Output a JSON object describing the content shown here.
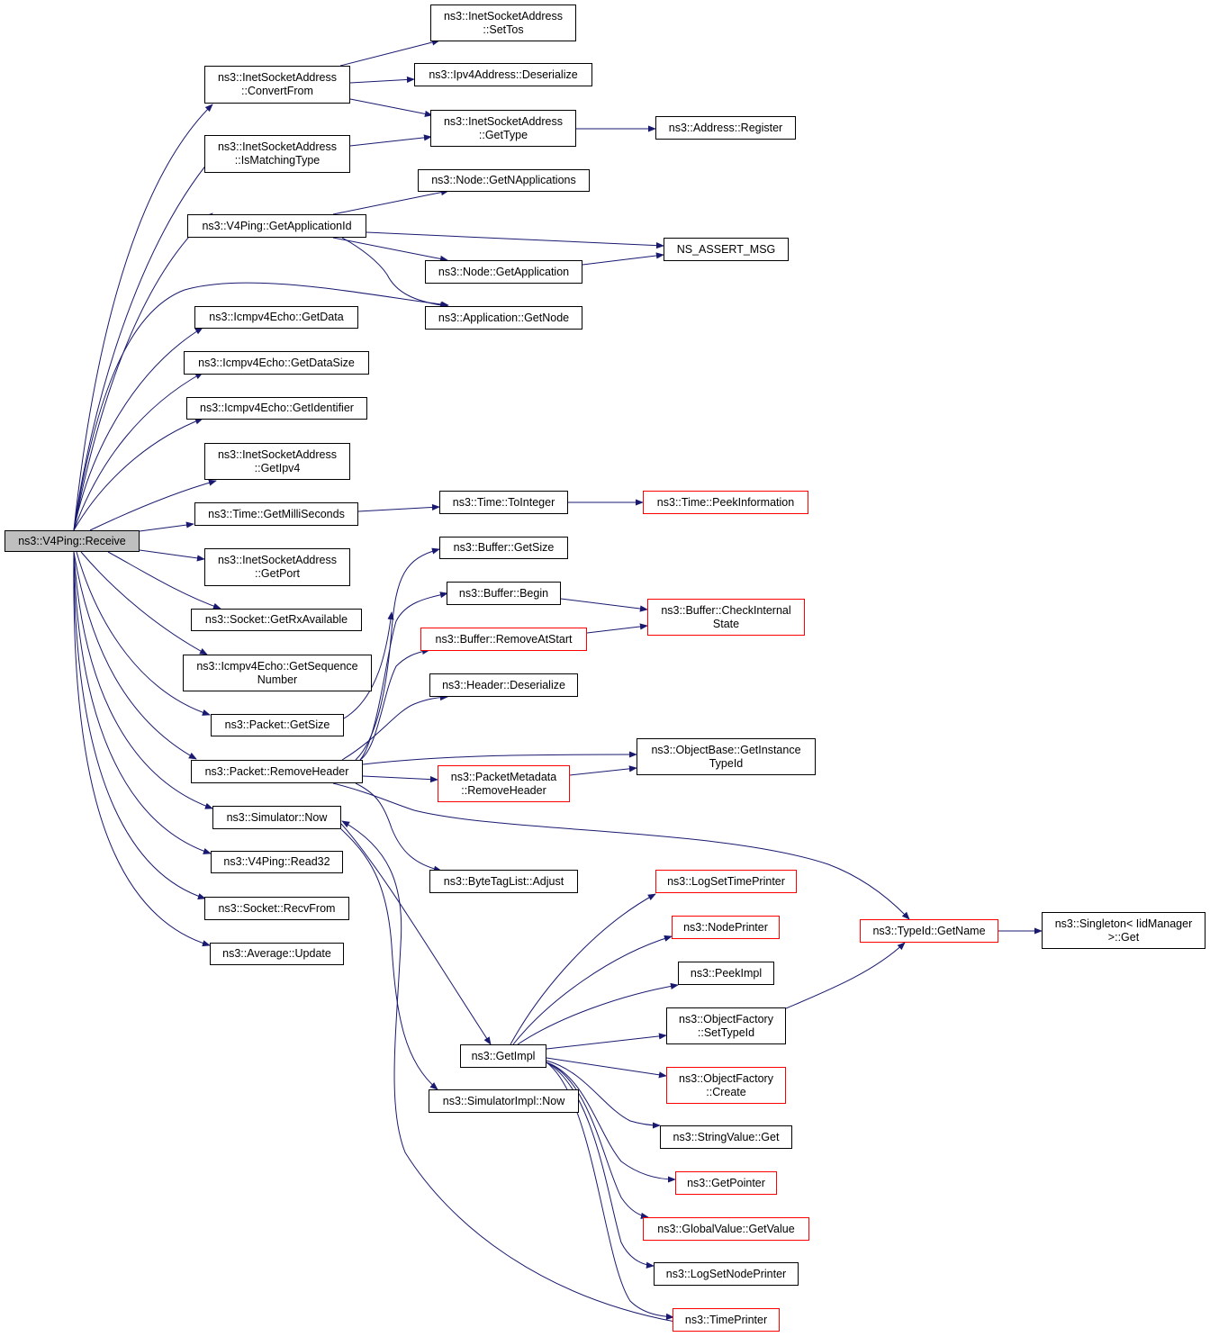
{
  "colors": {
    "edge": "#191970",
    "border": "#000000",
    "truncated": "#ff0000",
    "root_fill": "#bfbfbf"
  },
  "nodes": {
    "receive": {
      "lines": [
        "ns3::V4Ping::Receive"
      ],
      "root": true
    },
    "inet_convertfrom": {
      "lines": [
        "ns3::InetSocketAddress",
        "::ConvertFrom"
      ]
    },
    "inet_ismatchingtype": {
      "lines": [
        "ns3::InetSocketAddress",
        "::IsMatchingType"
      ]
    },
    "v4ping_getappid": {
      "lines": [
        "ns3::V4Ping::GetApplicationId"
      ]
    },
    "icmp_getdata": {
      "lines": [
        "ns3::Icmpv4Echo::GetData"
      ]
    },
    "icmp_getdatasize": {
      "lines": [
        "ns3::Icmpv4Echo::GetDataSize"
      ]
    },
    "icmp_getidentifier": {
      "lines": [
        "ns3::Icmpv4Echo::GetIdentifier"
      ]
    },
    "inet_getipv4": {
      "lines": [
        "ns3::InetSocketAddress",
        "::GetIpv4"
      ]
    },
    "time_getmilliseconds": {
      "lines": [
        "ns3::Time::GetMilliSeconds"
      ]
    },
    "inet_getport": {
      "lines": [
        "ns3::InetSocketAddress",
        "::GetPort"
      ]
    },
    "socket_getrxavailable": {
      "lines": [
        "ns3::Socket::GetRxAvailable"
      ]
    },
    "icmp_getsequence": {
      "lines": [
        "ns3::Icmpv4Echo::GetSequence",
        "Number"
      ]
    },
    "packet_getsize": {
      "lines": [
        "ns3::Packet::GetSize"
      ]
    },
    "packet_removeheader": {
      "lines": [
        "ns3::Packet::RemoveHeader"
      ]
    },
    "simulator_now": {
      "lines": [
        "ns3::Simulator::Now"
      ]
    },
    "v4ping_read32": {
      "lines": [
        "ns3::V4Ping::Read32"
      ]
    },
    "socket_recvfrom": {
      "lines": [
        "ns3::Socket::RecvFrom"
      ]
    },
    "average_update": {
      "lines": [
        "ns3::Average::Update"
      ]
    },
    "inet_settos": {
      "lines": [
        "ns3::InetSocketAddress",
        "::SetTos"
      ]
    },
    "ipv4_deserialize": {
      "lines": [
        "ns3::Ipv4Address::Deserialize"
      ]
    },
    "inet_gettype": {
      "lines": [
        "ns3::InetSocketAddress",
        "::GetType"
      ]
    },
    "address_register": {
      "lines": [
        "ns3::Address::Register"
      ]
    },
    "node_getnapplications": {
      "lines": [
        "ns3::Node::GetNApplications"
      ]
    },
    "ns_assert_msg": {
      "lines": [
        "NS_ASSERT_MSG"
      ]
    },
    "node_getapplication": {
      "lines": [
        "ns3::Node::GetApplication"
      ]
    },
    "application_getnode": {
      "lines": [
        "ns3::Application::GetNode"
      ]
    },
    "time_tointeger": {
      "lines": [
        "ns3::Time::ToInteger"
      ]
    },
    "time_peekinformation": {
      "lines": [
        "ns3::Time::PeekInformation"
      ],
      "truncated": true
    },
    "buffer_getsize": {
      "lines": [
        "ns3::Buffer::GetSize"
      ]
    },
    "buffer_begin": {
      "lines": [
        "ns3::Buffer::Begin"
      ]
    },
    "buffer_checkinternalstate": {
      "lines": [
        "ns3::Buffer::CheckInternal",
        "State"
      ],
      "truncated": true
    },
    "buffer_removeatstart": {
      "lines": [
        "ns3::Buffer::RemoveAtStart"
      ],
      "truncated": true
    },
    "header_deserialize": {
      "lines": [
        "ns3::Header::Deserialize"
      ]
    },
    "objectbase_getinstancetypeid": {
      "lines": [
        "ns3::ObjectBase::GetInstance",
        "TypeId"
      ]
    },
    "packetmetadata_removeheader": {
      "lines": [
        "ns3::PacketMetadata",
        "::RemoveHeader"
      ],
      "truncated": true
    },
    "typeid_getname": {
      "lines": [
        "ns3::TypeId::GetName"
      ],
      "truncated": true
    },
    "singleton_get": {
      "lines": [
        "ns3::Singleton< IidManager",
        ">::Get"
      ]
    },
    "bytetaglist_adjust": {
      "lines": [
        "ns3::ByteTagList::Adjust"
      ]
    },
    "logsettimeprinter": {
      "lines": [
        "ns3::LogSetTimePrinter"
      ],
      "truncated": true
    },
    "nodeprinter": {
      "lines": [
        "ns3::NodePrinter"
      ],
      "truncated": true
    },
    "peekimpl": {
      "lines": [
        "ns3::PeekImpl"
      ]
    },
    "objectfactory_settypeid": {
      "lines": [
        "ns3::ObjectFactory",
        "::SetTypeId"
      ]
    },
    "getimpl": {
      "lines": [
        "ns3::GetImpl"
      ]
    },
    "objectfactory_create": {
      "lines": [
        "ns3::ObjectFactory",
        "::Create"
      ],
      "truncated": true
    },
    "simulatorimpl_now": {
      "lines": [
        "ns3::SimulatorImpl::Now"
      ]
    },
    "stringvalue_get": {
      "lines": [
        "ns3::StringValue::Get"
      ]
    },
    "getpointer": {
      "lines": [
        "ns3::GetPointer"
      ],
      "truncated": true
    },
    "globalvalue_getvalue": {
      "lines": [
        "ns3::GlobalValue::GetValue"
      ],
      "truncated": true
    },
    "logsetnodeprinter": {
      "lines": [
        "ns3::LogSetNodePrinter"
      ]
    },
    "timeprinter": {
      "lines": [
        "ns3::TimePrinter"
      ],
      "truncated": true
    }
  }
}
